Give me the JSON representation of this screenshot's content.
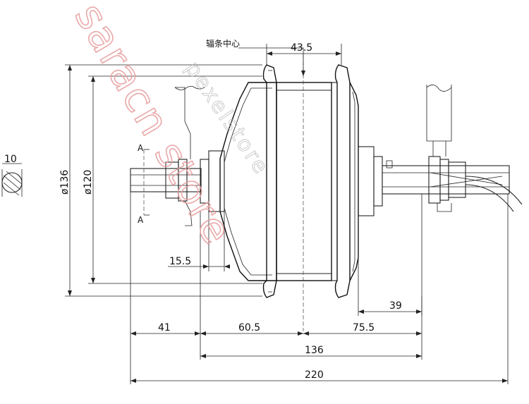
{
  "drawing": {
    "note_spoke_center": "辐条中心",
    "section_label_top": "A",
    "section_label_bottom": "A",
    "dimensions": {
      "flange_spacing": "43.5",
      "diameter_136": "ø136",
      "diameter_120": "ø120",
      "axle_flat": "10",
      "offset_15_5": "15.5",
      "offset_39": "39",
      "seg_41": "41",
      "seg_60_5": "60.5",
      "seg_75_5": "75.5",
      "width_136": "136",
      "overall_220": "220"
    },
    "watermark": {
      "primary": "saracn store",
      "secondary": "pexelstore"
    }
  }
}
